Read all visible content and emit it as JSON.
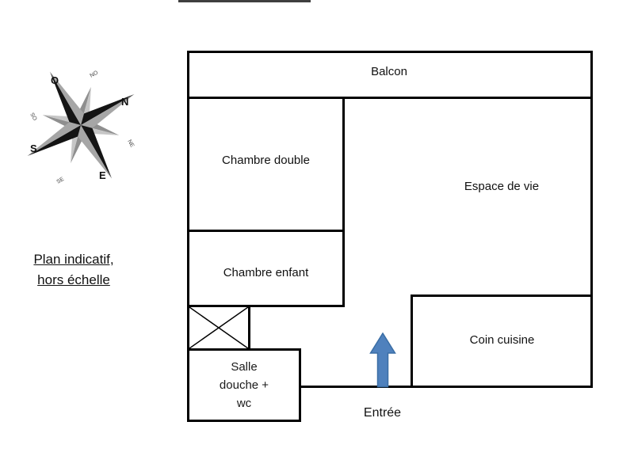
{
  "note": {
    "line1": "Plan indicatif,",
    "line2": "hors échelle"
  },
  "compass": {
    "cardinal": {
      "o": "O",
      "n": "N",
      "s": "S",
      "e": "E"
    },
    "intercardinal": {
      "no": "NO",
      "ne": "NE",
      "so": "SO",
      "se": "SE"
    },
    "colors": {
      "dark": "#141414",
      "light": "#a6a6a6",
      "inter_dark": "#8f8f8f",
      "inter_light": "#c6c6c6"
    }
  },
  "plan": {
    "wall_color": "#000000",
    "rooms": {
      "balcon": "Balcon",
      "chambre_double": "Chambre double",
      "chambre_enfant": "Chambre enfant",
      "espace_de_vie": "Espace de vie",
      "coin_cuisine": "Coin cuisine",
      "salle_douche": {
        "line1": "Salle",
        "line2": "douche +",
        "line3": "wc"
      }
    },
    "entree": {
      "label": "Entrée",
      "arrow_fill": "#4f81bd",
      "arrow_stroke": "#3a6ea5"
    }
  }
}
